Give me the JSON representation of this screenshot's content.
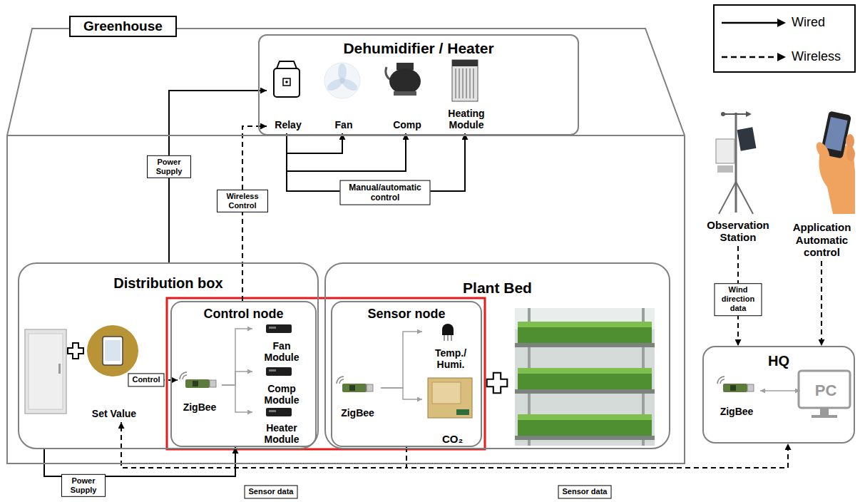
{
  "diagram": {
    "nodes": [
      {
        "text": [
          "Greenhouse"
        ]
      },
      {
        "text": [
          "Dehumidifier / Heater"
        ],
        "in": 0
      },
      {
        "text": [
          "Relay"
        ],
        "in": 1
      },
      {
        "text": [
          "Fan"
        ],
        "in": 1
      },
      {
        "text": [
          "Comp"
        ],
        "in": 1
      },
      {
        "text": [
          "Heating Module"
        ],
        "in": 1
      },
      {
        "text": [
          "Distribution box"
        ],
        "in": 0
      },
      {
        "text": [
          "Set Value"
        ],
        "in": 6
      },
      {
        "text": [
          "Control node"
        ],
        "in": 6
      },
      {
        "text": [
          "ZigBee"
        ],
        "in": 8
      },
      {
        "text": [
          "Fan Module"
        ],
        "in": 8
      },
      {
        "text": [
          "Comp Module"
        ],
        "in": 8
      },
      {
        "text": [
          "Heater Module"
        ],
        "in": 8
      },
      {
        "text": [
          "Plant Bed"
        ],
        "in": 0
      },
      {
        "text": [
          "Sensor node"
        ],
        "in": 13
      },
      {
        "text": [
          "ZigBee"
        ],
        "in": 14
      },
      {
        "text": [
          "Temp./ Humi."
        ],
        "in": 14
      },
      {
        "text": [
          "CO₂"
        ],
        "in": 14
      },
      {
        "text": [
          "Observation Station"
        ]
      },
      {
        "text": [
          "Application Automatic control"
        ]
      },
      {
        "text": [
          "HQ"
        ]
      },
      {
        "text": [
          "ZigBee"
        ],
        "in": 20
      },
      {
        "text": [
          "PC"
        ],
        "in": 20
      }
    ],
    "edges": [
      {
        "from": 6,
        "to": 2,
        "arrow": "to",
        "label": "Power Supply"
      },
      {
        "from": 8,
        "to": 2,
        "arrow": "to",
        "label": "Wireless Control"
      },
      {
        "from": 2,
        "to": 3,
        "arrow": "to"
      },
      {
        "from": 2,
        "to": 4,
        "arrow": "to"
      },
      {
        "from": 2,
        "to": 5,
        "arrow": "to",
        "label": "Manual/automatic control"
      },
      {
        "from": 7,
        "to": 9,
        "arrow": "to",
        "label": "Control"
      },
      {
        "from": 9,
        "to": 10,
        "arrow": "to"
      },
      {
        "from": 9,
        "to": 11,
        "arrow": "to"
      },
      {
        "from": 9,
        "to": 12,
        "arrow": "to"
      },
      {
        "from": 15,
        "to": 16,
        "arrow": "to"
      },
      {
        "from": 15,
        "to": 17,
        "arrow": "to"
      },
      {
        "from": 6,
        "to": 8,
        "arrow": "to",
        "label": "Power Supply"
      },
      {
        "from": 14,
        "to": 7,
        "arrow": "to",
        "label": "Sensor data"
      },
      {
        "from": 14,
        "to": 20,
        "arrow": "to",
        "label": "Sensor data"
      },
      {
        "from": 18,
        "to": 20,
        "arrow": "to",
        "label": "Wind direction data"
      },
      {
        "from": 19,
        "to": 20,
        "arrow": "to"
      },
      {
        "from": 21,
        "to": 22,
        "arrow": "both"
      }
    ],
    "legend": [
      {
        "text": "Wired"
      },
      {
        "text": "Wireless"
      }
    ]
  }
}
